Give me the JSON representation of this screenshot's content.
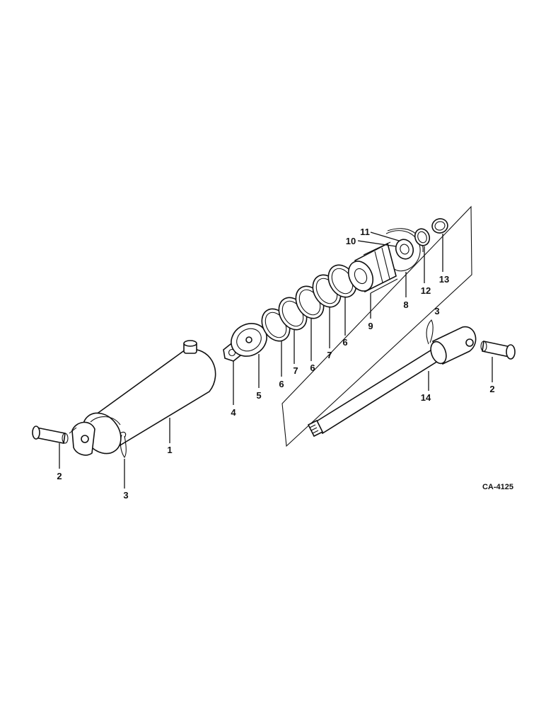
{
  "reference_code": "CA-4125",
  "callouts": [
    "1",
    "2",
    "3",
    "4",
    "5",
    "6",
    "7",
    "8",
    "9",
    "10",
    "11",
    "12",
    "13",
    "14"
  ],
  "callout_labels": {
    "c1": "1",
    "c2a": "2",
    "c3a": "3",
    "c4": "4",
    "c5": "5",
    "c6a": "6",
    "c7a": "7",
    "c6b": "6",
    "c7b": "7",
    "c6c": "6",
    "c9": "9",
    "c8": "8",
    "c12": "12",
    "c13": "13",
    "c10": "10",
    "c11": "11",
    "c3b": "3",
    "c14": "14",
    "c2b": "2"
  }
}
